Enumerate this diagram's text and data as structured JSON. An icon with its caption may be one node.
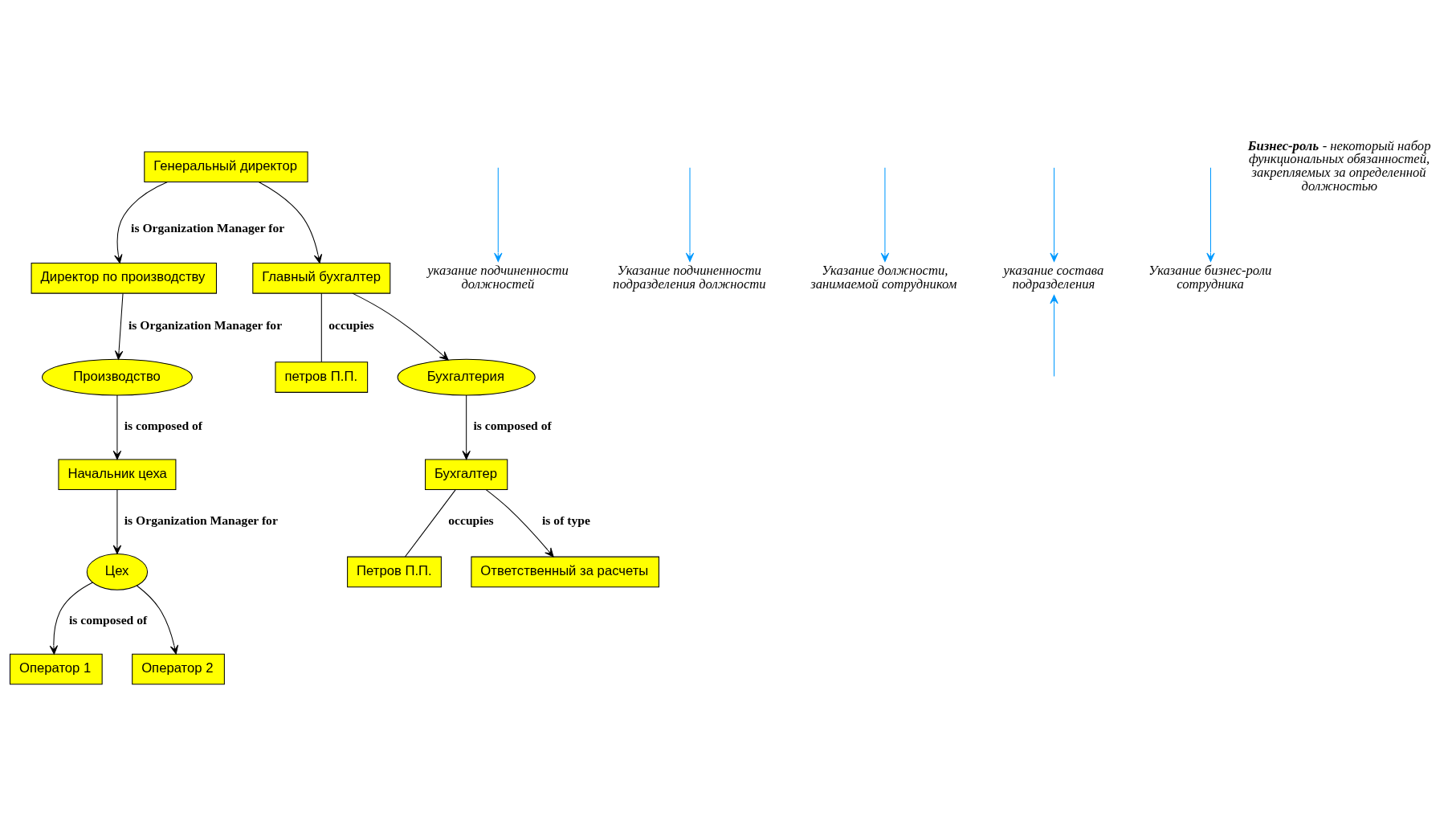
{
  "diagram": {
    "nodes": [
      {
        "text": [
          "Генеральный директор"
        ]
      },
      {
        "text": [
          "Директор по производству"
        ]
      },
      {
        "text": [
          "Главный бухгалтер"
        ]
      },
      {
        "text": [
          "петров П.П."
        ]
      },
      {
        "text": [
          "Производство"
        ]
      },
      {
        "text": [
          "Бухгалтерия"
        ]
      },
      {
        "text": [
          "Начальник цеха"
        ]
      },
      {
        "text": [
          "Бухгалтер"
        ]
      },
      {
        "text": [
          "Петров П.П."
        ]
      },
      {
        "text": [
          "Цех"
        ]
      },
      {
        "text": [
          "Ответственный за расчеты"
        ]
      },
      {
        "text": [
          "Оператор 1"
        ]
      },
      {
        "text": [
          "Оператор 2"
        ]
      },
      {
        "text": [
          "указание подчиненности должностей"
        ]
      },
      {
        "text": [
          "Указание подчиненности подразделения должности"
        ]
      },
      {
        "text": [
          "Указание должности, занимаемой сотрудником"
        ]
      },
      {
        "text": [
          "указание состава подразделения"
        ]
      },
      {
        "text": [
          "Указание бизнес-роли сотрудника"
        ]
      }
    ],
    "edges": [
      {
        "from": 0,
        "to": 1,
        "arrow": "to",
        "label": "is Organization Manager for"
      },
      {
        "from": 0,
        "to": 2,
        "arrow": "to"
      },
      {
        "from": 2,
        "to": 3,
        "arrow": "none",
        "label": "occupies"
      },
      {
        "from": 1,
        "to": 4,
        "arrow": "to",
        "label": "is Organization Manager for"
      },
      {
        "from": 2,
        "to": 5,
        "arrow": "to"
      },
      {
        "from": 4,
        "to": 6,
        "arrow": "to",
        "label": "is composed of"
      },
      {
        "from": 5,
        "to": 7,
        "arrow": "to",
        "label": "is composed of"
      },
      {
        "from": 7,
        "to": 8,
        "arrow": "none",
        "label": "occupies"
      },
      {
        "from": 6,
        "to": 9,
        "arrow": "to",
        "label": "is Organization Manager for"
      },
      {
        "from": 7,
        "to": 10,
        "arrow": "to",
        "label": "is of type"
      },
      {
        "from": 9,
        "to": 11,
        "arrow": "to",
        "label": "is composed of"
      },
      {
        "from": 9,
        "to": 12,
        "arrow": "to"
      },
      {
        "from": null,
        "to": 13,
        "arrow": "to",
        "color": "#0099ff"
      },
      {
        "from": null,
        "to": 14,
        "arrow": "to",
        "color": "#0099ff"
      },
      {
        "from": null,
        "to": 15,
        "arrow": "to",
        "color": "#0099ff"
      },
      {
        "from": null,
        "to": 16,
        "arrow": "to",
        "color": "#0099ff"
      },
      {
        "from": null,
        "to": 16,
        "arrow": "to",
        "color": "#0099ff"
      },
      {
        "from": null,
        "to": 17,
        "arrow": "to",
        "color": "#0099ff"
      }
    ],
    "labels": [
      "**Бизнес-роль** - некоторый набор функциональных обязанностей, закрепляемых за определенной должностью"
    ]
  }
}
